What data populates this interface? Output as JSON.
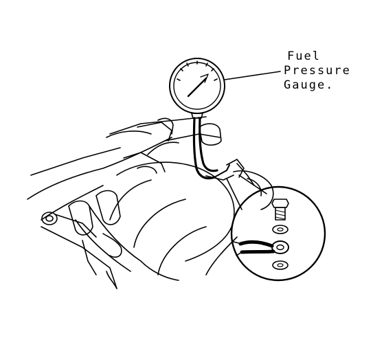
{
  "diagram": {
    "callout": {
      "line1": "Fuel",
      "line2": "Pressure",
      "line3": "Gauge."
    },
    "components": [
      "fuel-pressure-gauge-icon",
      "hose-icon",
      "banjo-bolt-icon",
      "sealing-washer-icon",
      "banjo-fitting-icon",
      "engine-intake-manifold-icon"
    ],
    "colors": {
      "ink": "#000000",
      "paper": "#ffffff"
    }
  }
}
